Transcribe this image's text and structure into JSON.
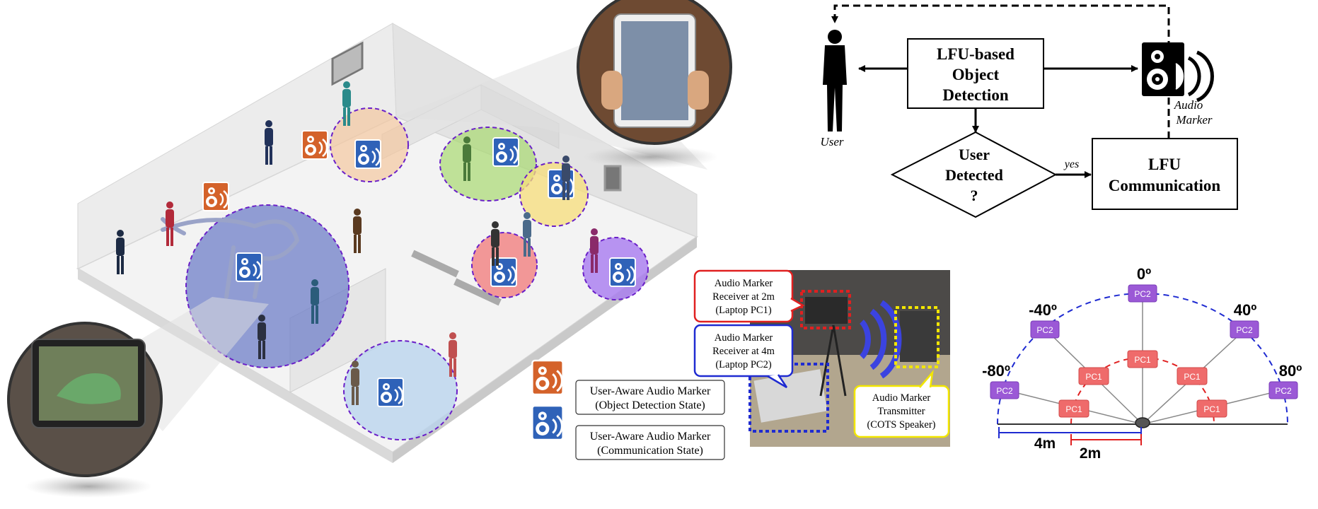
{
  "flow": {
    "detection_label": [
      "LFU-based",
      "Object",
      "Detection"
    ],
    "decision_label": [
      "User",
      "Detected",
      "?"
    ],
    "communication_label": [
      "LFU",
      "Communication"
    ],
    "user_label": "User",
    "marker_label": [
      "Audio",
      "Marker"
    ],
    "yes_label": "yes"
  },
  "legend": {
    "detection_state": [
      "User-Aware Audio Marker",
      "(Object Detection State)"
    ],
    "communication_state": [
      "User-Aware Audio Marker",
      "(Communication State)"
    ]
  },
  "photo_callouts": {
    "receiver_2m": [
      "Audio Marker",
      "Receiver at 2m",
      "(Laptop PC1)"
    ],
    "receiver_4m": [
      "Audio Marker",
      "Receiver at 4m",
      "(Laptop PC2)"
    ],
    "transmitter": [
      "Audio Marker",
      "Transmitter",
      "(COTS Speaker)"
    ]
  },
  "polar": {
    "angles": [
      "0º",
      "-40º",
      "40º",
      "-80º",
      "80º"
    ],
    "pc1_label": "PC1",
    "pc2_label": "PC2",
    "dist_4m": "4m",
    "dist_2m": "2m"
  },
  "colors": {
    "pc1": "#ef6b6b",
    "pc2": "#9b59d6",
    "arc_outer": "#1f2bd1",
    "arc_inner": "#e02020",
    "marker_orange": "#d4622a",
    "marker_blue": "#2f62b8",
    "zone_blue": "#6f7fc8",
    "zone_green": "#a8d870",
    "zone_orange": "#f4c7a0",
    "zone_yellow": "#f7de7a",
    "zone_red": "#f27878",
    "zone_purple": "#a77bf0",
    "zone_lightblue": "#b7d3ee",
    "callout_red": "#e02020",
    "callout_blue": "#1f2bd1",
    "callout_yellow": "#f2e600"
  }
}
